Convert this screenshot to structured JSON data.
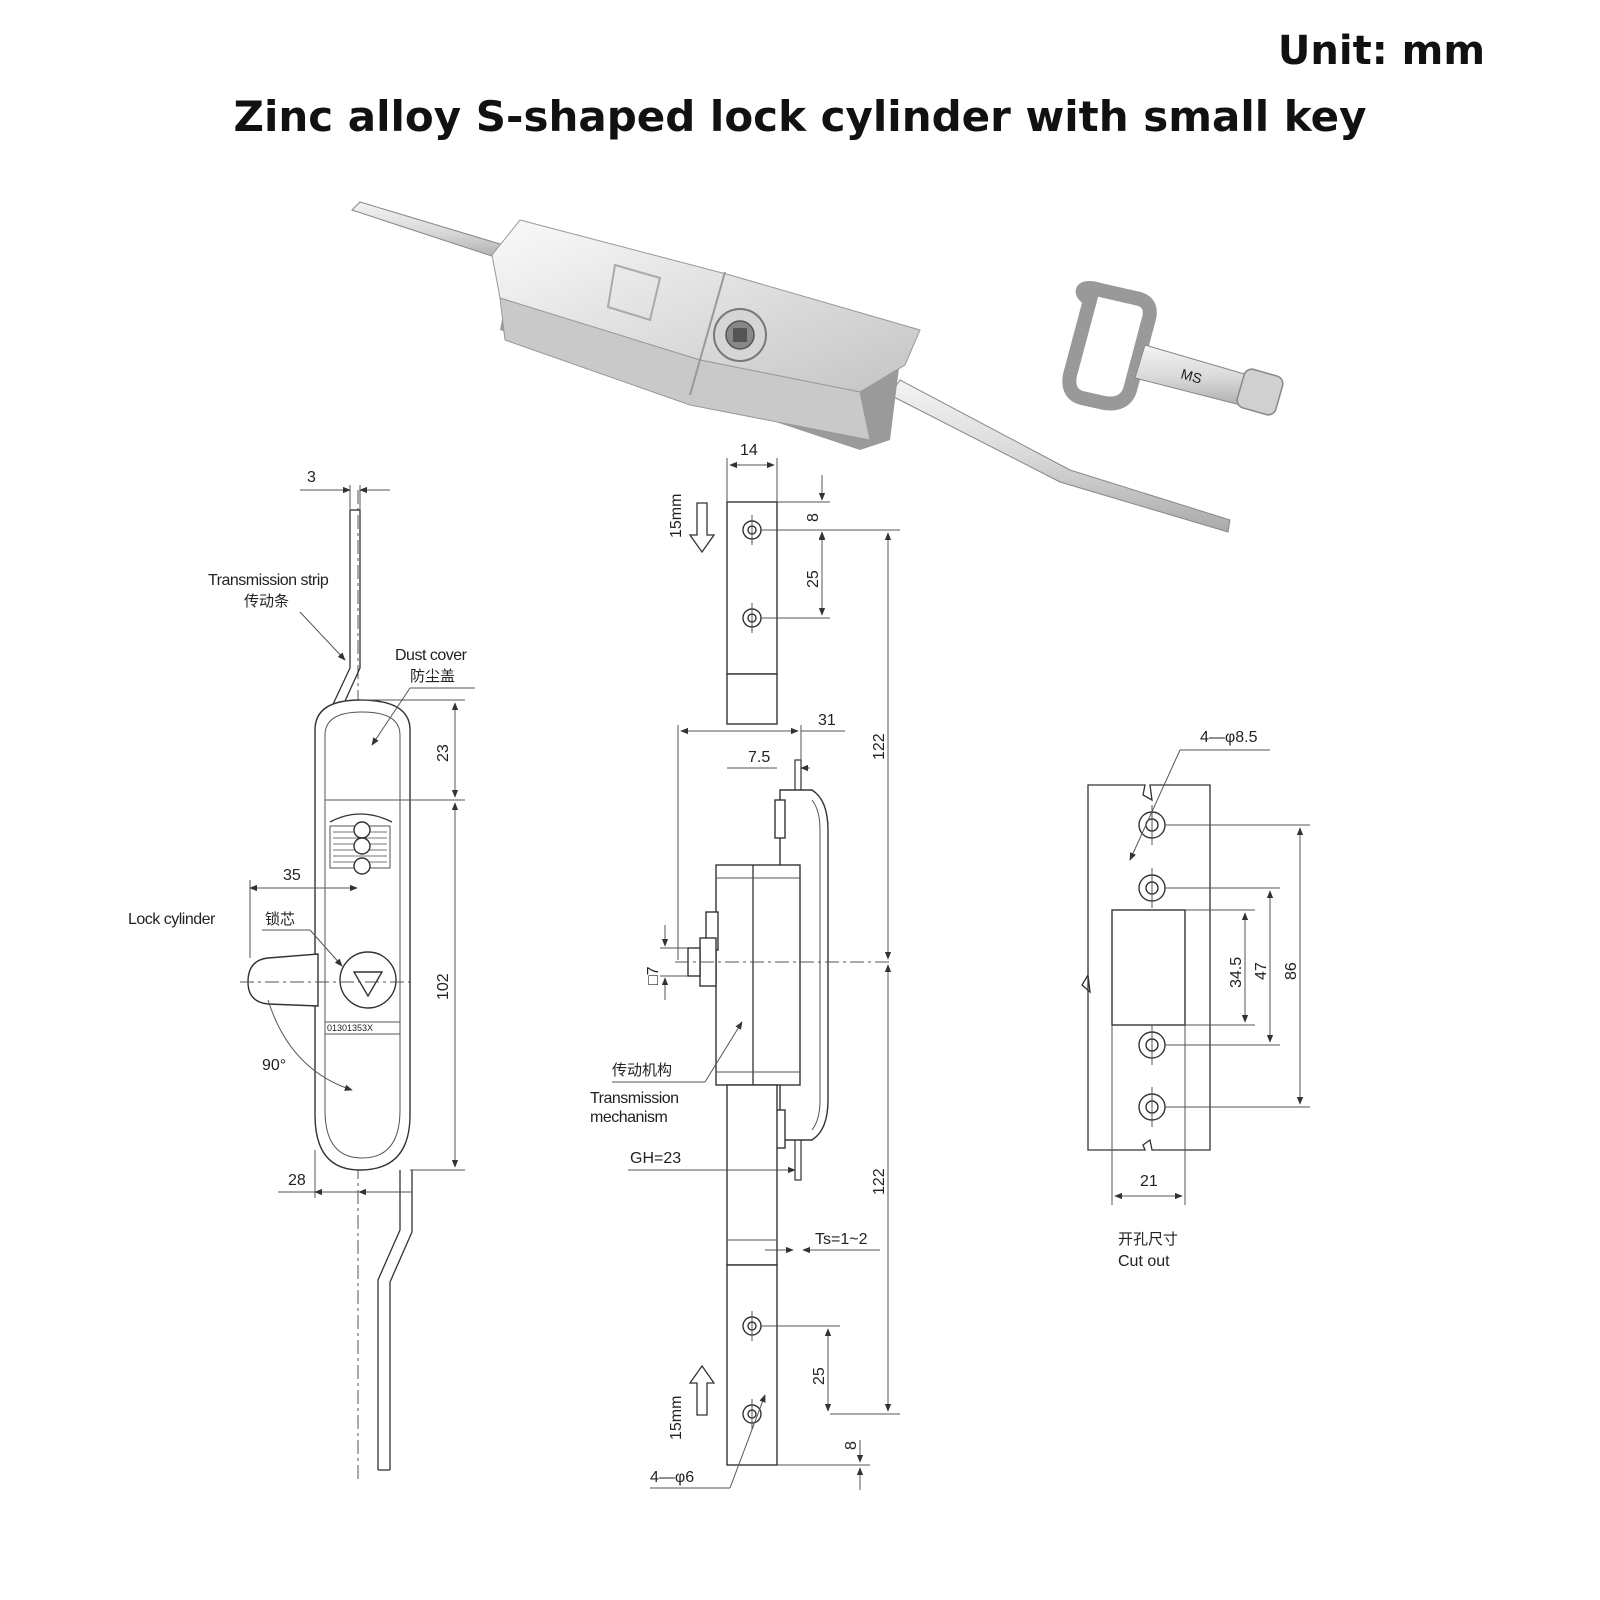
{
  "header": {
    "unit": "Unit:  mm",
    "title": "Zinc alloy S-shaped lock cylinder with small key"
  },
  "photo": {
    "key_marking": "MS"
  },
  "side_view": {
    "dim_strip_thickness": "3",
    "label_transmission_strip_en": "Transmission strip",
    "label_transmission_strip_cn": "传动条",
    "label_dust_cover_en": "Dust cover",
    "label_dust_cover_cn": "防尘盖",
    "dim_cover_height": "23",
    "dim_cylinder_offset": "35",
    "label_lock_cylinder_en": "Lock cylinder",
    "label_lock_cylinder_cn": "锁芯",
    "dim_body_height": "102",
    "serial_text": "01301353X",
    "rotation_angle": "90°",
    "dim_body_width": "28"
  },
  "front_view": {
    "dim_strip_width": "14",
    "travel_top": "15mm",
    "dim_top_hole_offset": "8",
    "dim_top_hole_spacing": "25",
    "dim_upper_length": "122",
    "dim_body_depth": "31",
    "dim_offset": "7.5",
    "dim_square_drive": "□7",
    "label_mechanism_cn": "传动机构",
    "label_mechanism_en_1": "Transmission",
    "label_mechanism_en_2": "mechanism",
    "dim_gh": "GH=23",
    "dim_lower_length": "122",
    "dim_ts": "Ts=1~2",
    "dim_bottom_hole_spacing": "25",
    "travel_bottom": "15mm",
    "dim_bottom_hole_offset": "8",
    "dim_holes": "4—φ6"
  },
  "cutout_view": {
    "dim_holes": "4—φ8.5",
    "dim_slot_height": "34.5",
    "dim_inner_spacing": "47",
    "dim_outer_spacing": "86",
    "dim_slot_width": "21",
    "label_cn": "开孔尺寸",
    "label_en": "Cut  out"
  }
}
